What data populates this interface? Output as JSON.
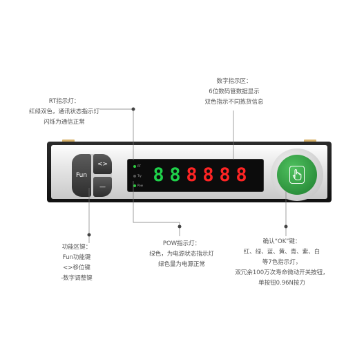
{
  "annotations": {
    "rt": {
      "lines": [
        "RT指示灯：",
        "红绿双色，通讯状态指示灯",
        "闪烁为通信正常"
      ]
    },
    "digits": {
      "lines": [
        "数字指示区：",
        "6位数码管数据显示",
        "双色指示不同拣货信息"
      ]
    },
    "keys": {
      "lines": [
        "功能区键：",
        "Fun功能键",
        "<>移位键",
        "-数字调整键"
      ]
    },
    "pow": {
      "lines": [
        "POW指示灯：",
        "绿色，为电源状态指示灯",
        "绿色量为电源正常"
      ]
    },
    "ok": {
      "lines": [
        "确认“OK”键：",
        "红、绿、蓝、黄、青、紫、白",
        "等7色指示灯，",
        "双冗余100万次寿命微动开关按钮，",
        "单按钮0.96N按力"
      ]
    }
  },
  "device": {
    "keys": {
      "fun": "Fun",
      "move": "<>",
      "minus": "—"
    },
    "leds": [
      {
        "label": "RT",
        "color": "#2ecc40"
      },
      {
        "label": "Try",
        "color": "#555555"
      },
      {
        "label": "Pow",
        "color": "#2ecc40"
      }
    ],
    "digits": [
      {
        "char": "8",
        "color": "#1fd14a"
      },
      {
        "char": "8",
        "color": "#1fd14a"
      },
      {
        "char": "8",
        "color": "#ff2424"
      },
      {
        "char": "8",
        "color": "#ff2424"
      },
      {
        "char": "8",
        "color": "#ff2424"
      },
      {
        "char": "8",
        "color": "#ff2424"
      }
    ],
    "ok_button_color": "#2e9e3e",
    "body_color": "#e4e4e4",
    "frame_color": "#1a1a1a"
  }
}
